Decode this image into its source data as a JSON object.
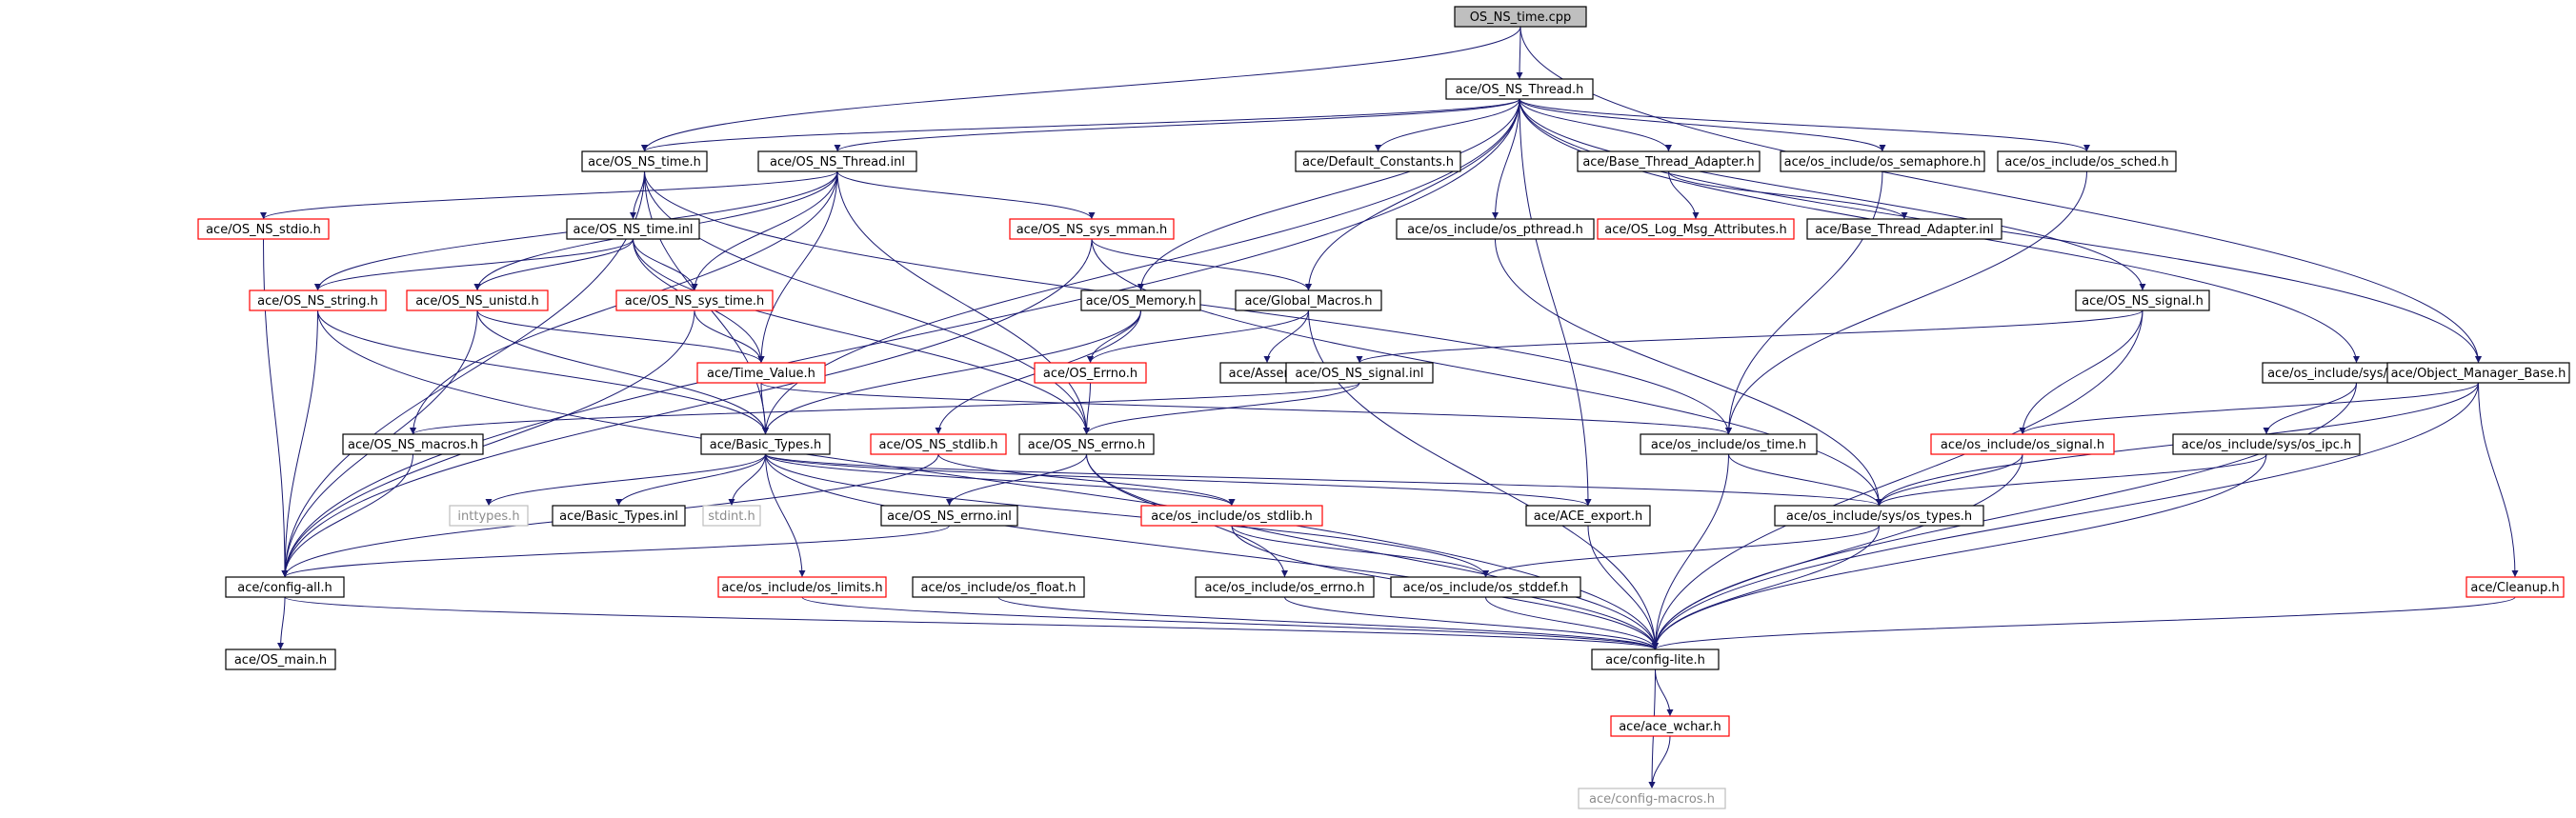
{
  "colors": {
    "edge": "#191970",
    "root_fill": "#bfbfbf",
    "node_border": "#000000",
    "missing_border": "#ff0000",
    "external_border": "#bfbfbf",
    "external_text": "#8c8c8c"
  },
  "nodes": [
    {
      "id": "os_ns_time_cpp",
      "label": "OS_NS_time.cpp",
      "style": "root"
    },
    {
      "id": "os_ns_thread_h",
      "label": "ace/OS_NS_Thread.h",
      "style": "normal"
    },
    {
      "id": "os_ns_time_h",
      "label": "ace/OS_NS_time.h",
      "style": "normal"
    },
    {
      "id": "os_ns_thread_inl",
      "label": "ace/OS_NS_Thread.inl",
      "style": "normal"
    },
    {
      "id": "default_constants_h",
      "label": "ace/Default_Constants.h",
      "style": "normal"
    },
    {
      "id": "base_thread_adapter_h",
      "label": "ace/Base_Thread_Adapter.h",
      "style": "normal"
    },
    {
      "id": "os_semaphore_h",
      "label": "ace/os_include/os_semaphore.h",
      "style": "normal"
    },
    {
      "id": "os_sched_h",
      "label": "ace/os_include/os_sched.h",
      "style": "normal"
    },
    {
      "id": "os_ns_stdio_h",
      "label": "ace/OS_NS_stdio.h",
      "style": "missing"
    },
    {
      "id": "os_ns_time_inl",
      "label": "ace/OS_NS_time.inl",
      "style": "normal"
    },
    {
      "id": "os_ns_sys_mman_h",
      "label": "ace/OS_NS_sys_mman.h",
      "style": "missing"
    },
    {
      "id": "os_pthread_h",
      "label": "ace/os_include/os_pthread.h",
      "style": "normal"
    },
    {
      "id": "os_log_msg_attributes_h",
      "label": "ace/OS_Log_Msg_Attributes.h",
      "style": "missing"
    },
    {
      "id": "base_thread_adapter_inl",
      "label": "ace/Base_Thread_Adapter.inl",
      "style": "normal"
    },
    {
      "id": "os_ns_string_h",
      "label": "ace/OS_NS_string.h",
      "style": "missing"
    },
    {
      "id": "os_ns_unistd_h",
      "label": "ace/OS_NS_unistd.h",
      "style": "missing"
    },
    {
      "id": "os_ns_sys_time_h",
      "label": "ace/OS_NS_sys_time.h",
      "style": "missing"
    },
    {
      "id": "os_memory_h",
      "label": "ace/OS_Memory.h",
      "style": "normal"
    },
    {
      "id": "global_macros_h",
      "label": "ace/Global_Macros.h",
      "style": "normal"
    },
    {
      "id": "os_ns_signal_h",
      "label": "ace/OS_NS_signal.h",
      "style": "normal"
    },
    {
      "id": "time_value_h",
      "label": "ace/Time_Value.h",
      "style": "missing"
    },
    {
      "id": "os_errno_h",
      "label": "ace/OS_Errno.h",
      "style": "missing"
    },
    {
      "id": "assert_h",
      "label": "ace/Assert.h",
      "style": "normal"
    },
    {
      "id": "os_ns_signal_inl",
      "label": "ace/OS_NS_signal.inl",
      "style": "normal"
    },
    {
      "id": "os_sem_h",
      "label": "ace/os_include/sys/os_sem.h",
      "style": "normal"
    },
    {
      "id": "object_manager_base_h",
      "label": "ace/Object_Manager_Base.h",
      "style": "normal"
    },
    {
      "id": "os_ns_macros_h",
      "label": "ace/OS_NS_macros.h",
      "style": "normal"
    },
    {
      "id": "basic_types_h",
      "label": "ace/Basic_Types.h",
      "style": "normal"
    },
    {
      "id": "os_ns_stdlib_h",
      "label": "ace/OS_NS_stdlib.h",
      "style": "missing"
    },
    {
      "id": "os_ns_errno_h",
      "label": "ace/OS_NS_errno.h",
      "style": "normal"
    },
    {
      "id": "os_time_h",
      "label": "ace/os_include/os_time.h",
      "style": "normal"
    },
    {
      "id": "os_signal_h",
      "label": "ace/os_include/os_signal.h",
      "style": "missing"
    },
    {
      "id": "os_ipc_h",
      "label": "ace/os_include/sys/os_ipc.h",
      "style": "normal"
    },
    {
      "id": "inttypes_h",
      "label": "inttypes.h",
      "style": "external"
    },
    {
      "id": "basic_types_inl",
      "label": "ace/Basic_Types.inl",
      "style": "normal"
    },
    {
      "id": "stdint_h",
      "label": "stdint.h",
      "style": "external"
    },
    {
      "id": "os_ns_errno_inl",
      "label": "ace/OS_NS_errno.inl",
      "style": "normal"
    },
    {
      "id": "os_stdlib_h",
      "label": "ace/os_include/os_stdlib.h",
      "style": "missing"
    },
    {
      "id": "ace_export_h",
      "label": "ace/ACE_export.h",
      "style": "normal"
    },
    {
      "id": "os_types_h",
      "label": "ace/os_include/sys/os_types.h",
      "style": "normal"
    },
    {
      "id": "config_all_h",
      "label": "ace/config-all.h",
      "style": "normal"
    },
    {
      "id": "os_limits_h",
      "label": "ace/os_include/os_limits.h",
      "style": "missing"
    },
    {
      "id": "os_float_h",
      "label": "ace/os_include/os_float.h",
      "style": "normal"
    },
    {
      "id": "os_errno_inc_h",
      "label": "ace/os_include/os_errno.h",
      "style": "normal"
    },
    {
      "id": "os_stddef_h",
      "label": "ace/os_include/os_stddef.h",
      "style": "normal"
    },
    {
      "id": "cleanup_h",
      "label": "ace/Cleanup.h",
      "style": "missing"
    },
    {
      "id": "os_main_h",
      "label": "ace/OS_main.h",
      "style": "normal"
    },
    {
      "id": "config_lite_h",
      "label": "ace/config-lite.h",
      "style": "normal"
    },
    {
      "id": "ace_wchar_h",
      "label": "ace/ace_wchar.h",
      "style": "missing"
    },
    {
      "id": "config_macros_h",
      "label": "ace/config-macros.h",
      "style": "external"
    }
  ],
  "edges": [
    [
      "os_ns_time_cpp",
      "os_ns_thread_h"
    ],
    [
      "os_ns_time_cpp",
      "os_ns_time_h"
    ],
    [
      "os_ns_time_cpp",
      "object_manager_base_h"
    ],
    [
      "os_ns_thread_h",
      "os_ns_thread_inl"
    ],
    [
      "os_ns_thread_h",
      "default_constants_h"
    ],
    [
      "os_ns_thread_h",
      "base_thread_adapter_h"
    ],
    [
      "os_ns_thread_h",
      "os_semaphore_h"
    ],
    [
      "os_ns_thread_h",
      "os_sched_h"
    ],
    [
      "os_ns_thread_h",
      "os_pthread_h"
    ],
    [
      "os_ns_thread_h",
      "os_memory_h"
    ],
    [
      "os_ns_thread_h",
      "global_macros_h"
    ],
    [
      "os_ns_thread_h",
      "os_ns_signal_h"
    ],
    [
      "os_ns_thread_h",
      "os_sem_h"
    ],
    [
      "os_ns_thread_h",
      "object_manager_base_h"
    ],
    [
      "os_ns_thread_h",
      "config_all_h"
    ],
    [
      "os_ns_thread_h",
      "basic_types_h"
    ],
    [
      "os_ns_thread_h",
      "ace_export_h"
    ],
    [
      "os_ns_thread_h",
      "os_ns_time_h"
    ],
    [
      "os_ns_time_h",
      "os_ns_time_inl"
    ],
    [
      "os_ns_time_h",
      "basic_types_h"
    ],
    [
      "os_ns_time_h",
      "os_ns_errno_h"
    ],
    [
      "os_ns_time_h",
      "os_time_h"
    ],
    [
      "os_ns_time_h",
      "config_all_h"
    ],
    [
      "os_ns_thread_inl",
      "os_ns_stdio_h"
    ],
    [
      "os_ns_thread_inl",
      "os_ns_string_h"
    ],
    [
      "os_ns_thread_inl",
      "os_ns_unistd_h"
    ],
    [
      "os_ns_thread_inl",
      "os_ns_sys_time_h"
    ],
    [
      "os_ns_thread_inl",
      "os_ns_sys_mman_h"
    ],
    [
      "os_ns_thread_inl",
      "time_value_h"
    ],
    [
      "os_ns_thread_inl",
      "os_ns_errno_h"
    ],
    [
      "os_ns_thread_inl",
      "os_ns_macros_h"
    ],
    [
      "base_thread_adapter_h",
      "os_log_msg_attributes_h"
    ],
    [
      "base_thread_adapter_h",
      "base_thread_adapter_inl"
    ],
    [
      "os_semaphore_h",
      "os_time_h"
    ],
    [
      "os_sched_h",
      "os_time_h"
    ],
    [
      "os_ns_stdio_h",
      "config_all_h"
    ],
    [
      "os_ns_time_inl",
      "os_ns_string_h"
    ],
    [
      "os_ns_time_inl",
      "os_ns_unistd_h"
    ],
    [
      "os_ns_time_inl",
      "os_ns_sys_time_h"
    ],
    [
      "os_ns_time_inl",
      "time_value_h"
    ],
    [
      "os_ns_time_inl",
      "os_ns_errno_h"
    ],
    [
      "os_ns_sys_mman_h",
      "global_macros_h"
    ],
    [
      "os_ns_sys_mman_h",
      "config_all_h"
    ],
    [
      "os_ns_sys_mman_h",
      "os_types_h"
    ],
    [
      "os_pthread_h",
      "os_types_h"
    ],
    [
      "os_ns_string_h",
      "basic_types_h"
    ],
    [
      "os_ns_string_h",
      "config_all_h"
    ],
    [
      "os_ns_string_h",
      "config_lite_h"
    ],
    [
      "os_ns_unistd_h",
      "basic_types_h"
    ],
    [
      "os_ns_unistd_h",
      "config_all_h"
    ],
    [
      "os_ns_unistd_h",
      "time_value_h"
    ],
    [
      "os_ns_sys_time_h",
      "time_value_h"
    ],
    [
      "os_ns_sys_time_h",
      "config_all_h"
    ],
    [
      "os_memory_h",
      "os_errno_h"
    ],
    [
      "os_memory_h",
      "basic_types_h"
    ],
    [
      "os_memory_h",
      "os_ns_stdlib_h"
    ],
    [
      "global_macros_h",
      "os_errno_h"
    ],
    [
      "global_macros_h",
      "assert_h"
    ],
    [
      "global_macros_h",
      "config_lite_h"
    ],
    [
      "os_ns_signal_h",
      "os_ns_signal_inl"
    ],
    [
      "os_ns_signal_h",
      "os_signal_h"
    ],
    [
      "os_ns_signal_h",
      "config_lite_h"
    ],
    [
      "time_value_h",
      "basic_types_h"
    ],
    [
      "time_value_h",
      "os_time_h"
    ],
    [
      "os_errno_h",
      "os_ns_errno_h"
    ],
    [
      "os_ns_signal_inl",
      "os_ns_errno_h"
    ],
    [
      "os_ns_signal_inl",
      "os_ns_macros_h"
    ],
    [
      "os_sem_h",
      "os_ipc_h"
    ],
    [
      "os_sem_h",
      "config_lite_h"
    ],
    [
      "object_manager_base_h",
      "cleanup_h"
    ],
    [
      "object_manager_base_h",
      "os_signal_h"
    ],
    [
      "object_manager_base_h",
      "os_types_h"
    ],
    [
      "object_manager_base_h",
      "config_lite_h"
    ],
    [
      "os_ns_macros_h",
      "config_all_h"
    ],
    [
      "basic_types_h",
      "inttypes_h"
    ],
    [
      "basic_types_h",
      "basic_types_inl"
    ],
    [
      "basic_types_h",
      "stdint_h"
    ],
    [
      "basic_types_h",
      "os_limits_h"
    ],
    [
      "basic_types_h",
      "os_stdlib_h"
    ],
    [
      "basic_types_h",
      "ace_export_h"
    ],
    [
      "basic_types_h",
      "os_types_h"
    ],
    [
      "basic_types_h",
      "config_lite_h"
    ],
    [
      "basic_types_h",
      "os_stddef_h"
    ],
    [
      "os_ns_stdlib_h",
      "os_stdlib_h"
    ],
    [
      "os_ns_stdlib_h",
      "config_all_h"
    ],
    [
      "os_ns_errno_h",
      "os_ns_errno_inl"
    ],
    [
      "os_ns_errno_h",
      "os_errno_inc_h"
    ],
    [
      "os_ns_errno_h",
      "config_lite_h"
    ],
    [
      "os_time_h",
      "os_types_h"
    ],
    [
      "os_time_h",
      "config_lite_h"
    ],
    [
      "os_signal_h",
      "os_types_h"
    ],
    [
      "os_signal_h",
      "config_lite_h"
    ],
    [
      "os_ipc_h",
      "os_types_h"
    ],
    [
      "os_ipc_h",
      "config_lite_h"
    ],
    [
      "os_ns_errno_inl",
      "config_all_h"
    ],
    [
      "os_stdlib_h",
      "os_stddef_h"
    ],
    [
      "os_stdlib_h",
      "config_lite_h"
    ],
    [
      "ace_export_h",
      "config_lite_h"
    ],
    [
      "os_types_h",
      "os_stddef_h"
    ],
    [
      "os_types_h",
      "config_lite_h"
    ],
    [
      "config_all_h",
      "os_main_h"
    ],
    [
      "config_all_h",
      "config_lite_h"
    ],
    [
      "os_limits_h",
      "config_lite_h"
    ],
    [
      "os_float_h",
      "config_lite_h"
    ],
    [
      "os_errno_inc_h",
      "config_lite_h"
    ],
    [
      "os_stddef_h",
      "config_lite_h"
    ],
    [
      "cleanup_h",
      "config_lite_h"
    ],
    [
      "config_lite_h",
      "ace_wchar_h"
    ],
    [
      "config_lite_h",
      "config_macros_h"
    ],
    [
      "ace_wchar_h",
      "config_macros_h"
    ]
  ]
}
